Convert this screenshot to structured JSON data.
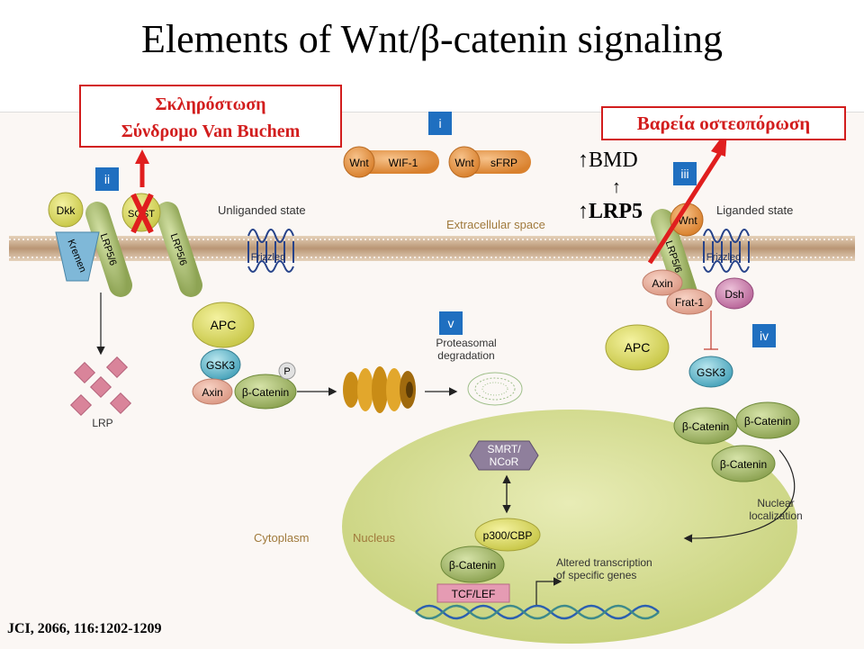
{
  "title": "Elements of Wnt/β-catenin signaling",
  "callouts": {
    "left_line1": "Σκληρόστωση",
    "left_line2": "Σύνδρομο Van Buchem",
    "right": "Βαρεία οστεοπόρωση",
    "bmd": "↑BMD",
    "up": "↑",
    "lrp5": "↑LRP5"
  },
  "badges": {
    "i": "i",
    "ii": "ii",
    "iii": "iii",
    "iv": "iv",
    "v": "v"
  },
  "labels": {
    "unliganded": "Unliganded state",
    "liganded": "Liganded state",
    "extracellular": "Extracellular space",
    "proteasomal1": "Proteasomal",
    "proteasomal2": "degradation",
    "cytoplasm": "Cytoplasm",
    "nucleus": "Nucleus",
    "nuclear1": "Nuclear",
    "nuclear2": "localization",
    "altered1": "Altered transcription",
    "altered2": "of specific genes",
    "lrp": "LRP"
  },
  "molecules": {
    "wnt": "Wnt",
    "wif1": "WIF-1",
    "sfrp": "sFRP",
    "dkk": "Dkk",
    "kremen": "Kremen",
    "lrp56": "LRP5/6",
    "sost": "SOST",
    "frizzled": "Frizzled",
    "apc": "APC",
    "gsk3": "GSK3",
    "axin": "Axin",
    "bcat": "β-Catenin",
    "p": "P",
    "frat1": "Frat-1",
    "dsh": "Dsh",
    "smrt1": "SMRT/",
    "smrt2": "NCoR",
    "p300": "p300/CBP",
    "tcf": "TCF/LEF"
  },
  "reference": "JCI, 2066, 116:1202-1209",
  "colors": {
    "callout_red": "#d21d1d",
    "badge_blue": "#1f6fc0",
    "membrane": "#c9ab8a",
    "nucleus": "#d9df9a"
  }
}
